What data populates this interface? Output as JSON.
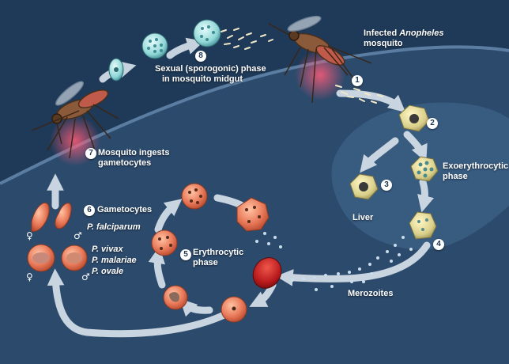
{
  "colors": {
    "background": "#2c4a6c",
    "skin": "#4a6a8d",
    "arrow": "#d9e3ec",
    "rbc": "#e87a5a",
    "liver_cell": "#d9cf8a",
    "label": "#ffffff"
  },
  "steps": [
    {
      "number": "1"
    },
    {
      "number": "2",
      "label": ""
    },
    {
      "number": "3",
      "label": "Liver"
    },
    {
      "number": "4",
      "label": "Merozoites"
    },
    {
      "number": "5",
      "label_line1": "Erythrocytic",
      "label_line2": "phase"
    },
    {
      "number": "6",
      "label": "Gametocytes"
    },
    {
      "number": "7",
      "label_line1": "Mosquito ingests",
      "label_line2": "gametocytes"
    },
    {
      "number": "8",
      "label_line1": "Sexual (sporogonic) phase",
      "label_line2": "in mosquito midgut"
    }
  ],
  "mosquito": {
    "label_prefix": "Infected ",
    "label_italic": "Anopheles",
    "label_line2": "mosquito"
  },
  "exoerythrocytic": {
    "line1": "Exoerythrocytic",
    "line2": "phase"
  },
  "species": {
    "falciparum": "P. falciparum",
    "vivax": "P. vivax",
    "malariae": "P. malariae",
    "ovale": "P. ovale"
  },
  "symbols": {
    "female": "♀",
    "male": "♂"
  }
}
